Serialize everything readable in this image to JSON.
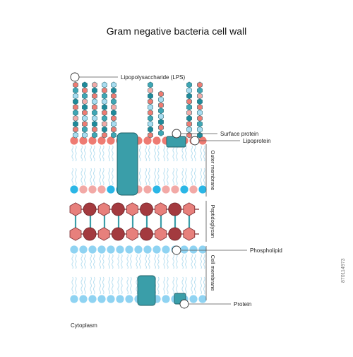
{
  "title": "Gram negative bacteria cell wall",
  "labels": {
    "lps": "Lipopolysaccharide (LPS)",
    "surface_protein": "Surface protein",
    "lipoprotein": "Lipoprotein",
    "outer_membrane": "Outer membrane",
    "peptidoglycan": "Peptidoglycan",
    "phospholipid": "Phospholipid",
    "cell_membrane": "Cell membrane",
    "protein": "Protein",
    "cytoplasm": "Cytoplasm"
  },
  "colors": {
    "teal_dark": "#1e8a9a",
    "teal": "#3ea6b4",
    "salmon": "#ee7b72",
    "pink": "#f2a9a6",
    "light_blue": "#a8dcf0",
    "cyan": "#2ab6e6",
    "sky": "#8fd3f2",
    "dark_red": "#a33a3f",
    "hex_pink": "#e7807c",
    "protein_teal": "#3a9ea9",
    "tail_blue": "#b8dff0",
    "line": "#555555"
  },
  "watermark": {
    "side_text": "870114973"
  }
}
